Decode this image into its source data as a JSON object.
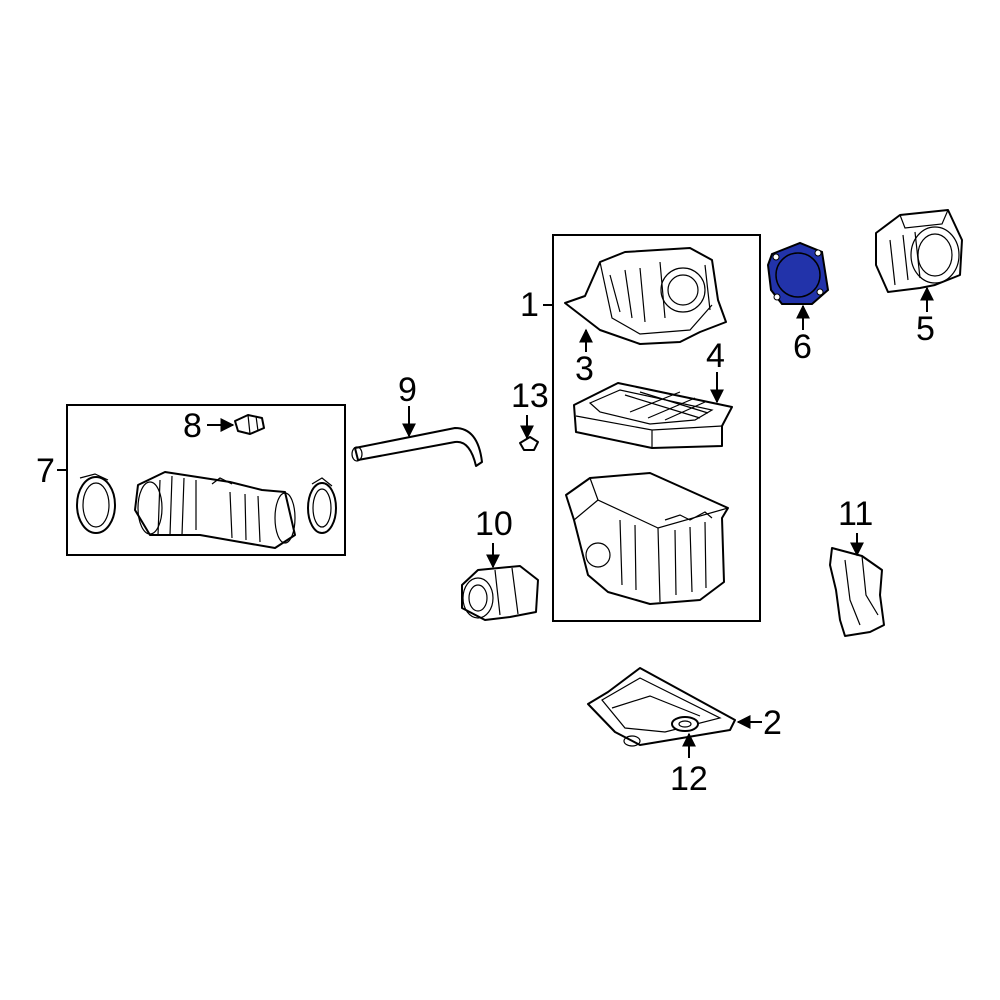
{
  "callouts": {
    "c1": "1",
    "c2": "2",
    "c3": "3",
    "c4": "4",
    "c5": "5",
    "c6": "6",
    "c7": "7",
    "c8": "8",
    "c9": "9",
    "c10": "10",
    "c11": "11",
    "c12": "12",
    "c13": "13"
  },
  "colors": {
    "highlight": "#2233aa",
    "line": "#000000",
    "background": "#ffffff"
  }
}
